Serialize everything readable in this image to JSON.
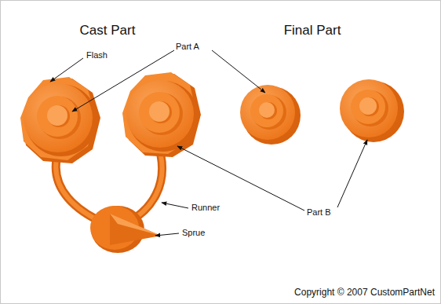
{
  "diagram": {
    "labels": [
      "Cast Part",
      "Final Part",
      "Flash",
      "Part A",
      "Runner",
      "Sprue",
      "Part B",
      "Copyright © 2007 CustomPartNet"
    ]
  }
}
